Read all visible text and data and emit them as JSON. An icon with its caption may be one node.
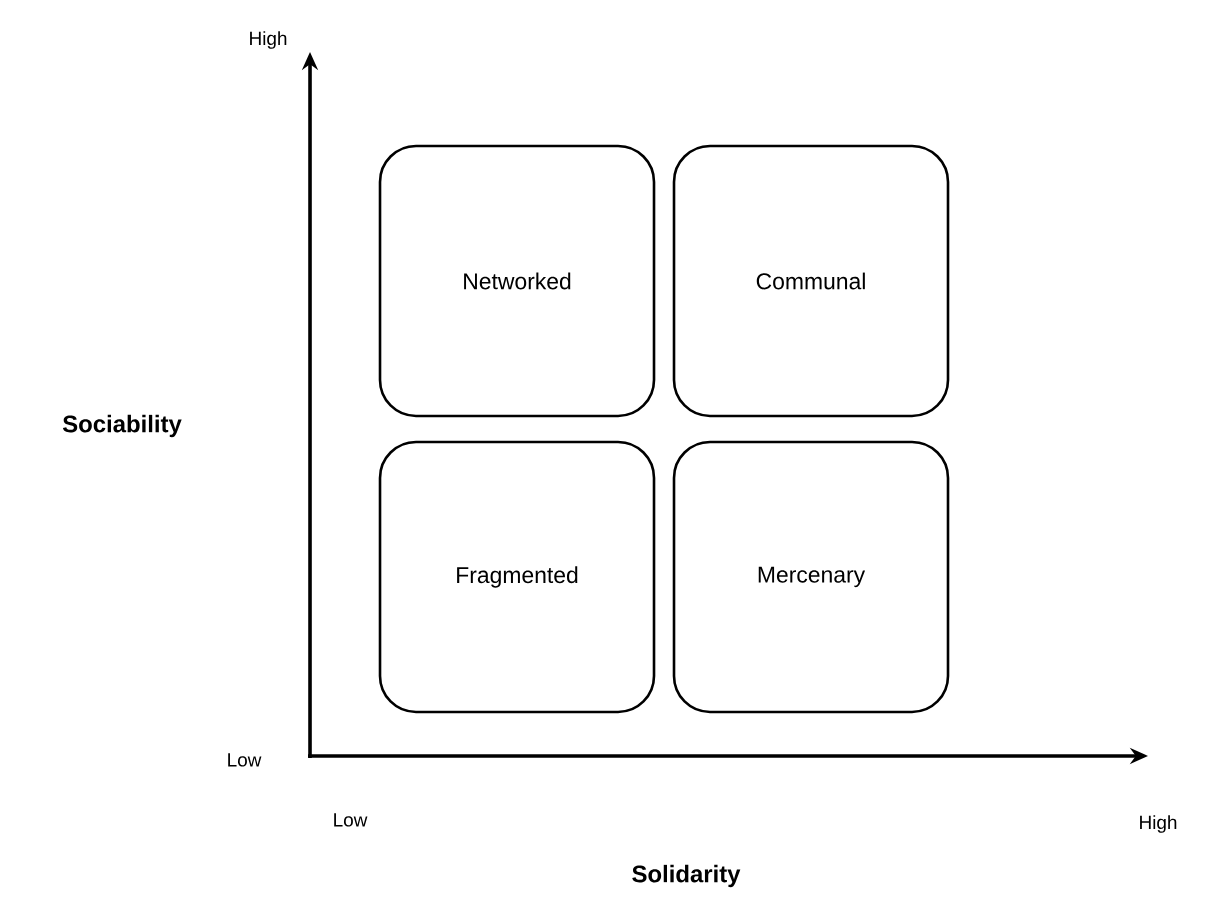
{
  "diagram": {
    "nodes": [
      {
        "text": [
          "Networked"
        ]
      },
      {
        "text": [
          "Communal"
        ]
      },
      {
        "text": [
          "Fragmented"
        ]
      },
      {
        "text": [
          "Mercenary"
        ]
      }
    ],
    "labels": [
      "High",
      "Low",
      "Sociability",
      "Low",
      "High",
      "Solidarity"
    ]
  }
}
